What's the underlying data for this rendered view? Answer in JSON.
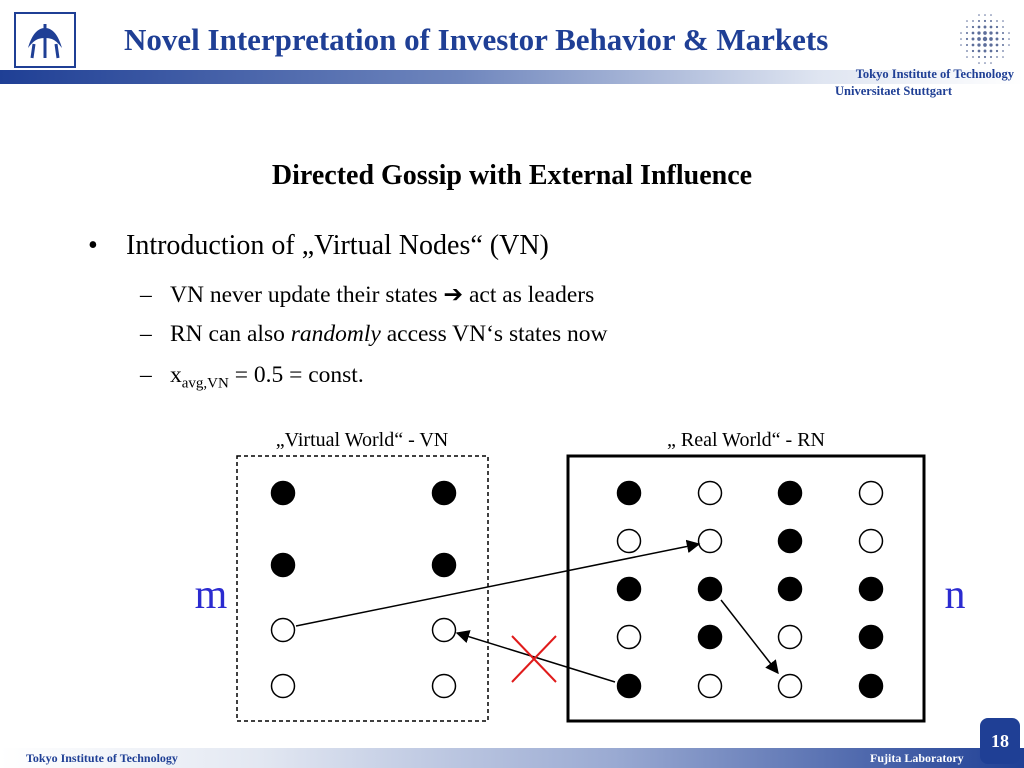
{
  "header": {
    "title": "Novel Interpretation of Investor Behavior & Markets",
    "institution_1": "Tokyo Institute of Technology",
    "institution_2": "Universitaet Stuttgart",
    "brand_color": "#1f3f95"
  },
  "slide": {
    "subtitle": "Directed Gossip with External Influence",
    "bullet": "Introduction of „Virtual Nodes“ (VN)",
    "sub1_a": "VN never update their states",
    "sub1_arrow": "➔",
    "sub1_b": " act as leaders",
    "sub2_a": "RN can also ",
    "sub2_em": "randomly",
    "sub2_b": " access VN‘s states now",
    "sub3_a": "x",
    "sub3_sub": "avg,VN",
    "sub3_b": " = 0.5 = const."
  },
  "diagram": {
    "virtual_label": "„Virtual World“ - VN",
    "real_label": "„ Real World“ - RN",
    "m_label": "m",
    "n_label": "n",
    "label_color": "#2b2bd0",
    "cross_color": "#e01b1b",
    "vn_grid": [
      [
        1,
        1
      ],
      [
        1,
        1
      ],
      [
        0,
        0
      ],
      [
        0,
        0
      ]
    ],
    "rn_grid": [
      [
        1,
        0,
        1,
        0
      ],
      [
        0,
        0,
        1,
        0
      ],
      [
        1,
        1,
        1,
        1
      ],
      [
        0,
        1,
        0,
        1
      ],
      [
        1,
        0,
        0,
        1
      ]
    ]
  },
  "footer": {
    "left": "Tokyo Institute of Technology",
    "right": "Fujita Laboratory",
    "page": "18"
  }
}
